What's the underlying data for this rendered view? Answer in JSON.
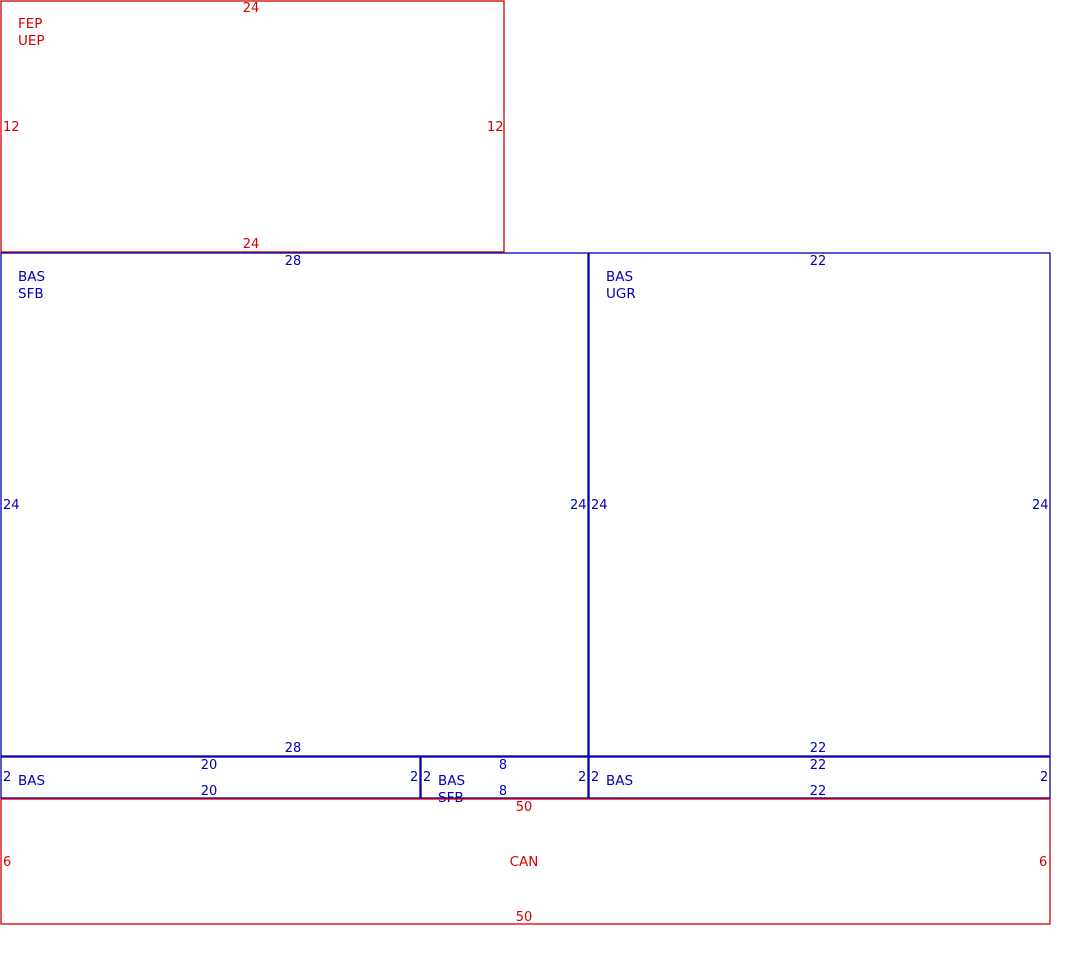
{
  "colors": {
    "red": "#d40000",
    "blue": "#0000b4"
  },
  "rooms": [
    {
      "id": "fep",
      "color": "red",
      "labels": [
        "FEP",
        "UEP"
      ],
      "dims": {
        "top": "24",
        "bottom": "24",
        "left": "12",
        "right": "12"
      }
    },
    {
      "id": "bas-sfb-large",
      "color": "blue",
      "labels": [
        "BAS",
        "SFB"
      ],
      "dims": {
        "top": "28",
        "bottom": "28",
        "left": "24",
        "right": "24"
      }
    },
    {
      "id": "bas-ugr",
      "color": "blue",
      "labels": [
        "BAS",
        "UGR"
      ],
      "dims": {
        "top": "22",
        "bottom": "22",
        "left": "24",
        "right": "24"
      }
    },
    {
      "id": "bas-strip-left",
      "color": "blue",
      "labels": [
        "BAS"
      ],
      "dims": {
        "top": "20",
        "bottom": "20",
        "left": "2",
        "right": "2"
      }
    },
    {
      "id": "bas-sfb-small",
      "color": "blue",
      "labels": [
        "BAS",
        "SFB"
      ],
      "dims": {
        "top": "8",
        "bottom": "8",
        "left": "2",
        "right": "2"
      }
    },
    {
      "id": "bas-strip-right",
      "color": "blue",
      "labels": [
        "BAS"
      ],
      "dims": {
        "top": "22",
        "bottom": "22",
        "left": "2",
        "right": "2"
      }
    },
    {
      "id": "can",
      "color": "red",
      "labels": [
        "CAN"
      ],
      "dims": {
        "top": "50",
        "bottom": "50",
        "left": "6",
        "right": "6"
      }
    }
  ]
}
